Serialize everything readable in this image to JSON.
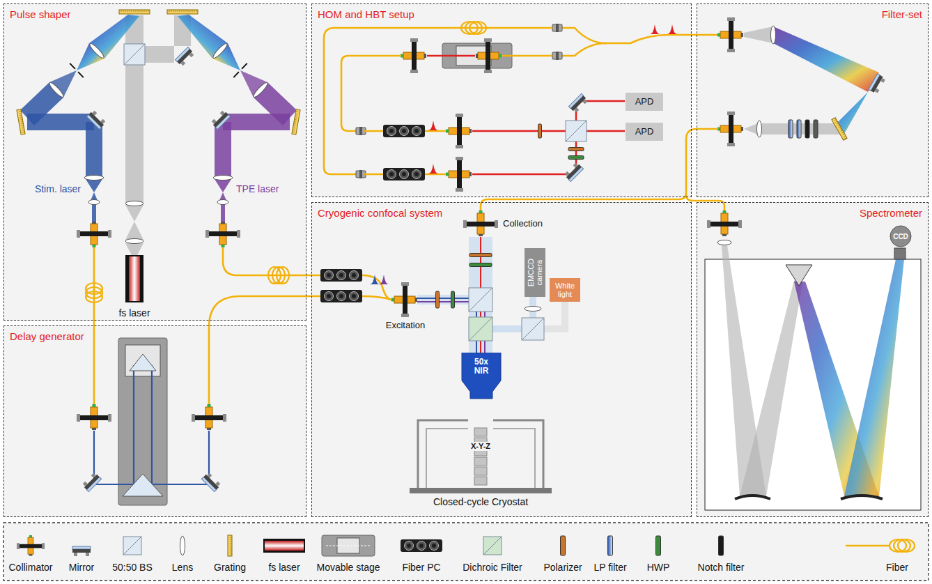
{
  "diagram": {
    "nodes": [
      {
        "text": [
          "Pulse shaper"
        ]
      },
      {
        "text": [
          "HOM and HBT setup"
        ]
      },
      {
        "text": [
          "APD"
        ],
        "in": 1
      },
      {
        "text": [
          "APD"
        ],
        "in": 1
      },
      {
        "text": [
          "Filter-set"
        ]
      },
      {
        "text": [
          "Delay generator"
        ]
      },
      {
        "text": [
          "Cryogenic confocal system"
        ]
      },
      {
        "text": [
          "EMCCD camera"
        ],
        "in": 6
      },
      {
        "text": [
          "White light"
        ],
        "in": 6
      },
      {
        "text": [
          "50x NIR"
        ],
        "in": 6
      },
      {
        "text": [
          "Spectrometer"
        ]
      },
      {
        "text": [
          "CCD"
        ],
        "in": 10
      }
    ],
    "labels": [
      "Stim. laser",
      "fs laser",
      "TPE laser",
      "Collection",
      "Excitation",
      "X-Y-Z",
      "Closed-cycle Cryostat"
    ],
    "legend": [
      {
        "text": "Collimator"
      },
      {
        "text": "Mirror"
      },
      {
        "text": "50:50 BS"
      },
      {
        "text": "Lens"
      },
      {
        "text": "Grating"
      },
      {
        "text": "fs laser"
      },
      {
        "text": "Movable stage"
      },
      {
        "text": "Fiber PC"
      },
      {
        "text": "Dichroic Filter"
      },
      {
        "text": "Polarizer"
      },
      {
        "text": "LP filter"
      },
      {
        "text": "HWP"
      },
      {
        "text": "Notch filter"
      },
      {
        "text": "Fiber"
      }
    ]
  }
}
